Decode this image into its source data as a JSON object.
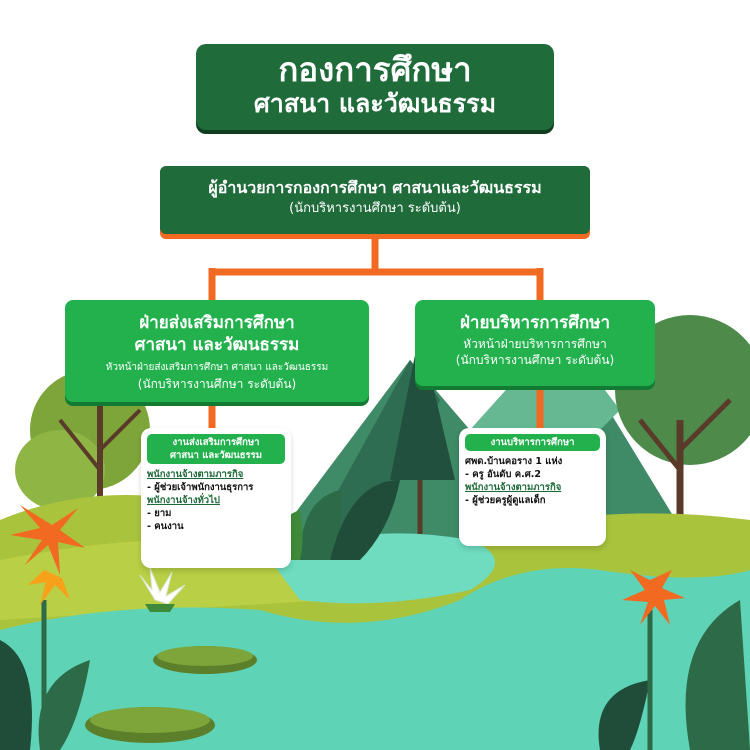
{
  "title": {
    "line1": "กองการศึกษา",
    "line2": "ศาสนา และวัฒนธรรม"
  },
  "director": {
    "title": "ผู้อำนวยการกองการศึกษา ศาสนาและวัฒนธรรม",
    "level": "(นักบริหารงานศึกษา ระดับต้น)"
  },
  "dept_left": {
    "name_line1": "ฝ่ายส่งเสริมการศึกษา",
    "name_line2": "ศาสนา และวัฒนธรรม",
    "head": "หัวหน้าฝ่ายส่งเสริมการศึกษา ศาสนา และวัฒนธรรม",
    "level": "(นักบริหารงานศึกษา ระดับต้น)"
  },
  "dept_right": {
    "name": "ฝ่ายบริหารการศึกษา",
    "head": "หัวหน้าฝ่ายบริหารการศึกษา",
    "level": "(นักบริหารงานศึกษา ระดับต้น)"
  },
  "card_left": {
    "title_line1": "งานส่งเสริมการศึกษา",
    "title_line2": "ศาสนา และวัฒนธรรม",
    "group1": "พนักงานจ้างตามภารกิจ",
    "g1_item1": "ผู้ช่วยเจ้าพนักงานธุรการ",
    "group2": "พนักงานจ้างทั่วไป",
    "g2_item1": "ยาม",
    "g2_item2": "คนงาน"
  },
  "card_right": {
    "title": "งานบริหารการศึกษา",
    "center": "ศพด.บ้านคอราง 1 แห่ง",
    "item1": "ครู อันดับ ค.ศ.2",
    "group": "พนักงานจ้างตามภารกิจ",
    "item2": "ผู้ช่วยครูผู้ดูแลเด็ก"
  },
  "colors": {
    "dark_green": "#1f6b3a",
    "bright_green": "#22b14c",
    "connector_orange": "#f26a21",
    "sky": "#ffffff",
    "water": "#5fd3b5"
  }
}
